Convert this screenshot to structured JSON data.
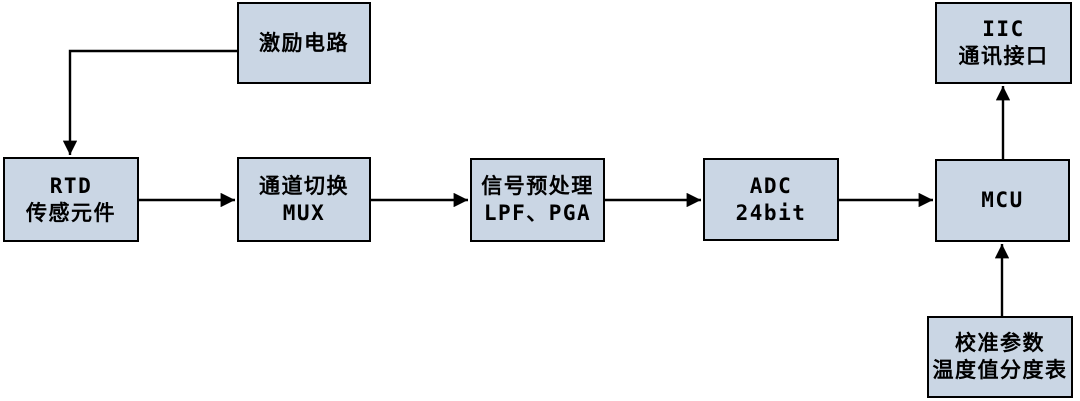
{
  "diagram": {
    "blocks": {
      "excitation": {
        "line1": "激励电路"
      },
      "rtd": {
        "line1": "RTD",
        "line2": "传感元件"
      },
      "mux": {
        "line1": "通道切换",
        "line2": "MUX"
      },
      "preprocess": {
        "line1": "信号预处理",
        "line2": "LPF、PGA"
      },
      "adc": {
        "line1": "ADC",
        "line2": "24bit"
      },
      "mcu": {
        "line1": "MCU"
      },
      "iic": {
        "line1": "IIC",
        "line2": "通讯接口"
      },
      "calibration": {
        "line1": "校准参数",
        "line2": "温度值分度表"
      }
    },
    "connections": [
      {
        "from": "excitation",
        "to": "rtd"
      },
      {
        "from": "rtd",
        "to": "mux"
      },
      {
        "from": "mux",
        "to": "preprocess"
      },
      {
        "from": "preprocess",
        "to": "adc"
      },
      {
        "from": "adc",
        "to": "mcu"
      },
      {
        "from": "mcu",
        "to": "iic"
      },
      {
        "from": "calibration",
        "to": "mcu"
      }
    ],
    "colors": {
      "block_fill": "#CAD6E4",
      "block_border": "#000000",
      "arrow": "#000000",
      "background": "#FFFFFF"
    }
  }
}
